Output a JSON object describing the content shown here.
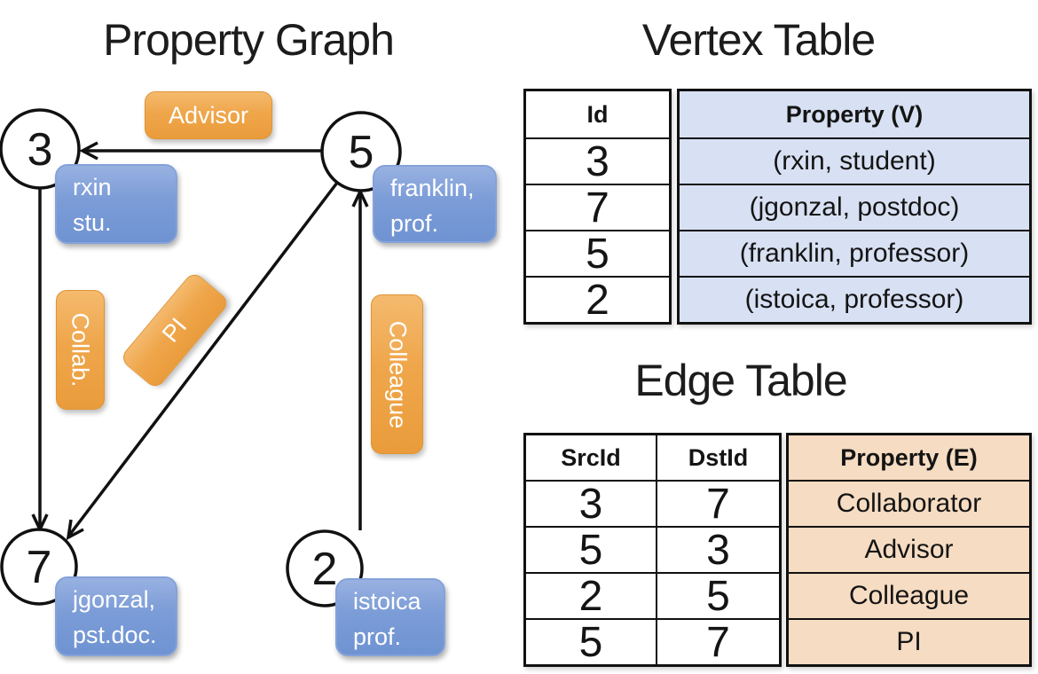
{
  "graph": {
    "title": "Property Graph",
    "nodes": [
      {
        "id": "3",
        "label_lines": [
          "rxin",
          "stu."
        ]
      },
      {
        "id": "5",
        "label_lines": [
          "franklin,",
          "prof."
        ]
      },
      {
        "id": "7",
        "label_lines": [
          "jgonzal,",
          "pst.doc."
        ]
      },
      {
        "id": "2",
        "label_lines": [
          "istoica",
          "prof."
        ]
      }
    ],
    "edge_labels": {
      "advisor": "Advisor",
      "collab": "Collab.",
      "pi": "PI",
      "colleague": "Colleague"
    }
  },
  "vertex_table": {
    "title": "Vertex Table",
    "columns": [
      "Id",
      "Property (V)"
    ],
    "rows": [
      {
        "id": "3",
        "property": "(rxin, student)"
      },
      {
        "id": "7",
        "property": "(jgonzal, postdoc)"
      },
      {
        "id": "5",
        "property": "(franklin, professor)"
      },
      {
        "id": "2",
        "property": "(istoica, professor)"
      }
    ]
  },
  "edge_table": {
    "title": "Edge Table",
    "columns": [
      "SrcId",
      "DstId",
      "Property (E)"
    ],
    "rows": [
      {
        "src": "3",
        "dst": "7",
        "property": "Collaborator"
      },
      {
        "src": "5",
        "dst": "3",
        "property": "Advisor"
      },
      {
        "src": "2",
        "dst": "5",
        "property": "Colleague"
      },
      {
        "src": "5",
        "dst": "7",
        "property": "PI"
      }
    ]
  },
  "colors": {
    "edge_label_orange": "#efa64b",
    "vertex_label_blue": "#7b9cd7",
    "vertex_property_cell": "#d8e1f3",
    "edge_property_cell": "#f6dcc2",
    "line_black": "#111111"
  }
}
